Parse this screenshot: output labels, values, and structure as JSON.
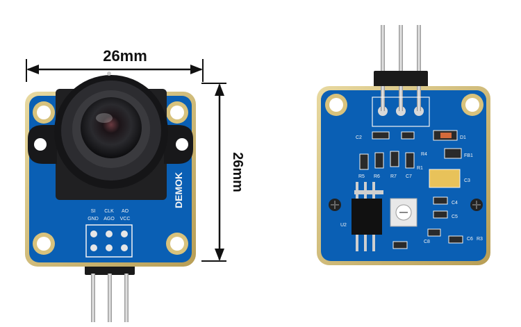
{
  "dimensions": {
    "width_label": "26mm",
    "height_label": "26mm"
  },
  "front_board": {
    "brand": "DEMOK",
    "header_top": [
      "SI",
      "CLK",
      "AO"
    ],
    "header_bottom": [
      "GND",
      "AGO",
      "VCC"
    ]
  },
  "back_board": {
    "labels": [
      "C2",
      "D1",
      "R4",
      "R5",
      "R6",
      "R7",
      "C7",
      "R1",
      "FB1",
      "C3",
      "C4",
      "C5",
      "U2",
      "C6",
      "R3",
      "C8"
    ]
  },
  "colors": {
    "pcb_blue": "#0a5fb4",
    "gold_edge": "#d6c07a",
    "pin_metal": "#c8c8c8"
  }
}
